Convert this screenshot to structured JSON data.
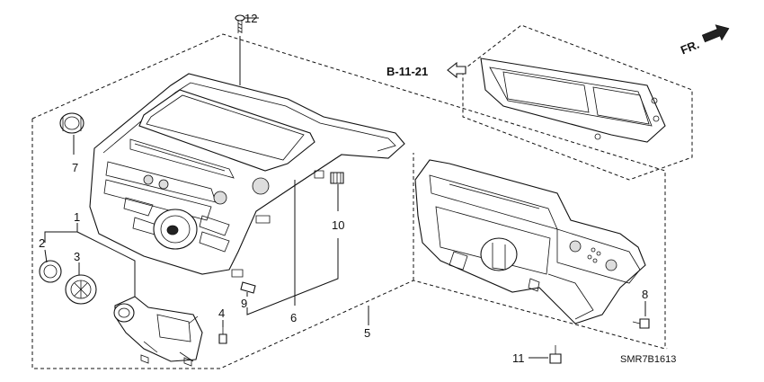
{
  "callouts": {
    "c1": "1",
    "c2": "2",
    "c3": "3",
    "c4": "4",
    "c5": "5",
    "c6": "6",
    "c7": "7",
    "c8": "8",
    "c9": "9",
    "c10": "10",
    "c11": "11",
    "c12": "12"
  },
  "reference": "B-11-21",
  "direction": "FR.",
  "diagram_code": "SMR7B1613"
}
